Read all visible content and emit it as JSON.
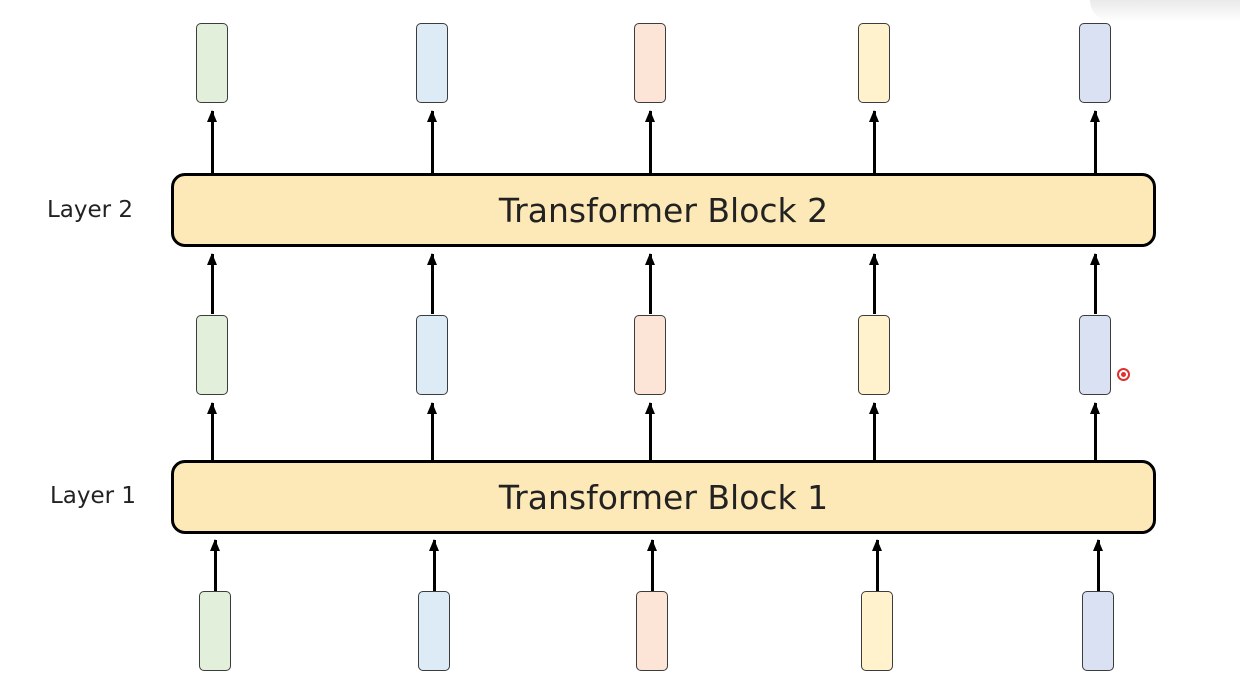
{
  "diagram": {
    "layers": [
      {
        "label": "Layer 1",
        "block_title": "Transformer Block 1"
      },
      {
        "label": "Layer 2",
        "block_title": "Transformer Block 2"
      }
    ],
    "token_colors": [
      "#e2efda",
      "#ddebf7",
      "#fce4d6",
      "#fff2cc",
      "#d9e1f2"
    ],
    "block_color": "#fde9b8"
  }
}
